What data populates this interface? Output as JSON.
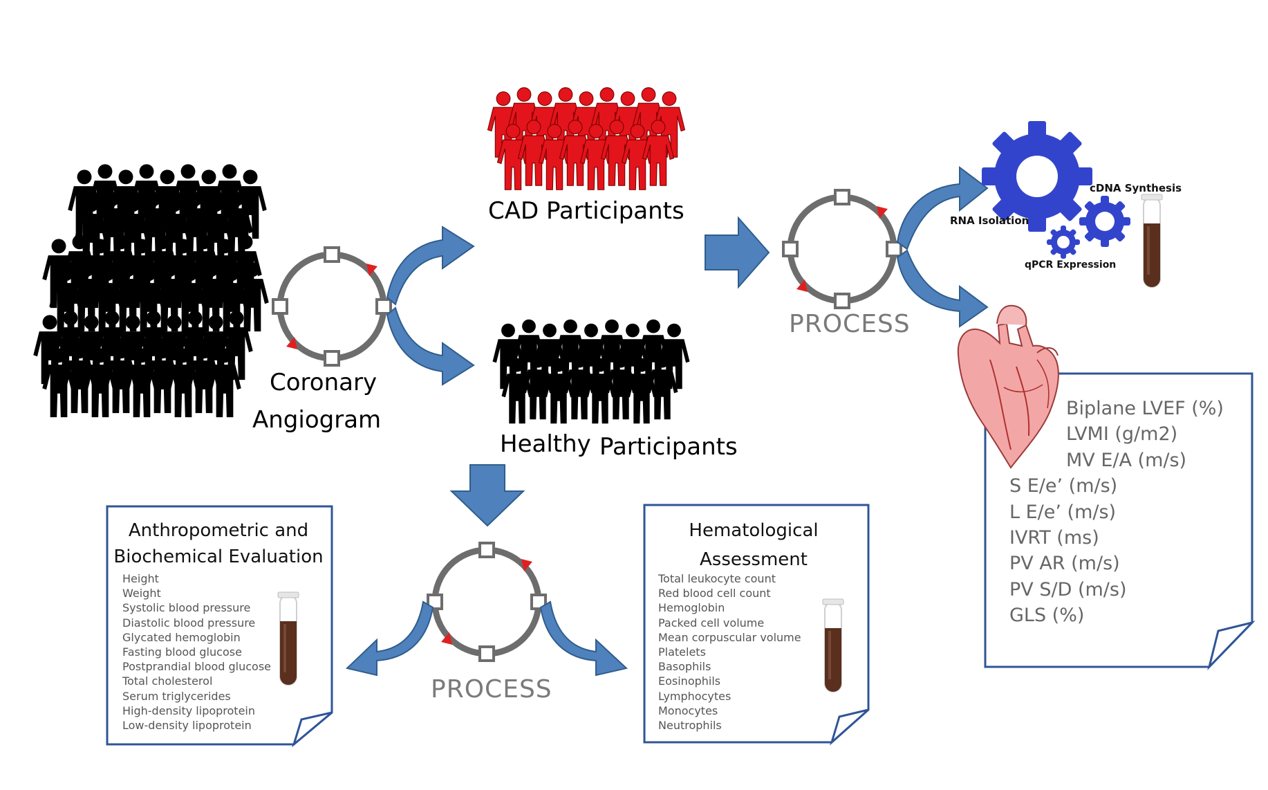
{
  "colors": {
    "arrow_blue": "#4f81bd",
    "arrow_dark": "#2f5d8c",
    "cycle_grey": "#6d6d6d",
    "cycle_red": "#e02020",
    "cad_red": "#e3141b",
    "gear_blue": "#3344cc",
    "paper_border": "#2f5597",
    "tube_blood": "#5a2f1e",
    "heart": "#f2a7a6"
  },
  "icons": [
    "people-crowd-icon",
    "cycle-icon",
    "curved-arrow-icon",
    "block-arrow-icon",
    "gear-icon",
    "test-tube-icon",
    "heart-icon",
    "paper-note-icon"
  ],
  "labels": {
    "coronary_line1": "Coronary",
    "coronary_line2": "Angiogram",
    "cad": "CAD Participants",
    "healthy_a": "Healthy",
    "healthy_b": "Participants",
    "process_top": "PROCESS",
    "process_bottom": "PROCESS"
  },
  "gears": {
    "rna": "RNA Isolation",
    "cdna": "cDNA Synthesis",
    "qpcr": "qPCR Expression"
  },
  "anthropometric": {
    "title_line1": "Anthropometric and",
    "title_line2": "Biochemical Evaluation",
    "items": [
      "Height",
      "Weight",
      "Systolic blood pressure",
      "Diastolic blood pressure",
      "Glycated hemoglobin",
      "Fasting blood glucose",
      "Postprandial blood glucose",
      "Total cholesterol",
      "Serum triglycerides",
      "High-density lipoprotein",
      "Low-density lipoprotein"
    ]
  },
  "hematological": {
    "title_line1": "Hematological",
    "title_line2": "Assessment",
    "items": [
      "Total leukocyte count",
      "Red blood cell count",
      "Hemoglobin",
      "Packed cell volume",
      "Mean corpuscular volume",
      "Platelets",
      "Basophils",
      "Eosinophils",
      "Lymphocytes",
      "Monocytes",
      "Neutrophils"
    ]
  },
  "echo": {
    "items": [
      "Biplane LVEF (%)",
      "LVMI (g/m2)",
      "MV E/A (m/s)",
      "S E/e’ (m/s)",
      "L E/e’ (m/s)",
      "IVRT (ms)",
      "PV AR (m/s)",
      "PV S/D (m/s)",
      "GLS (%)"
    ]
  }
}
